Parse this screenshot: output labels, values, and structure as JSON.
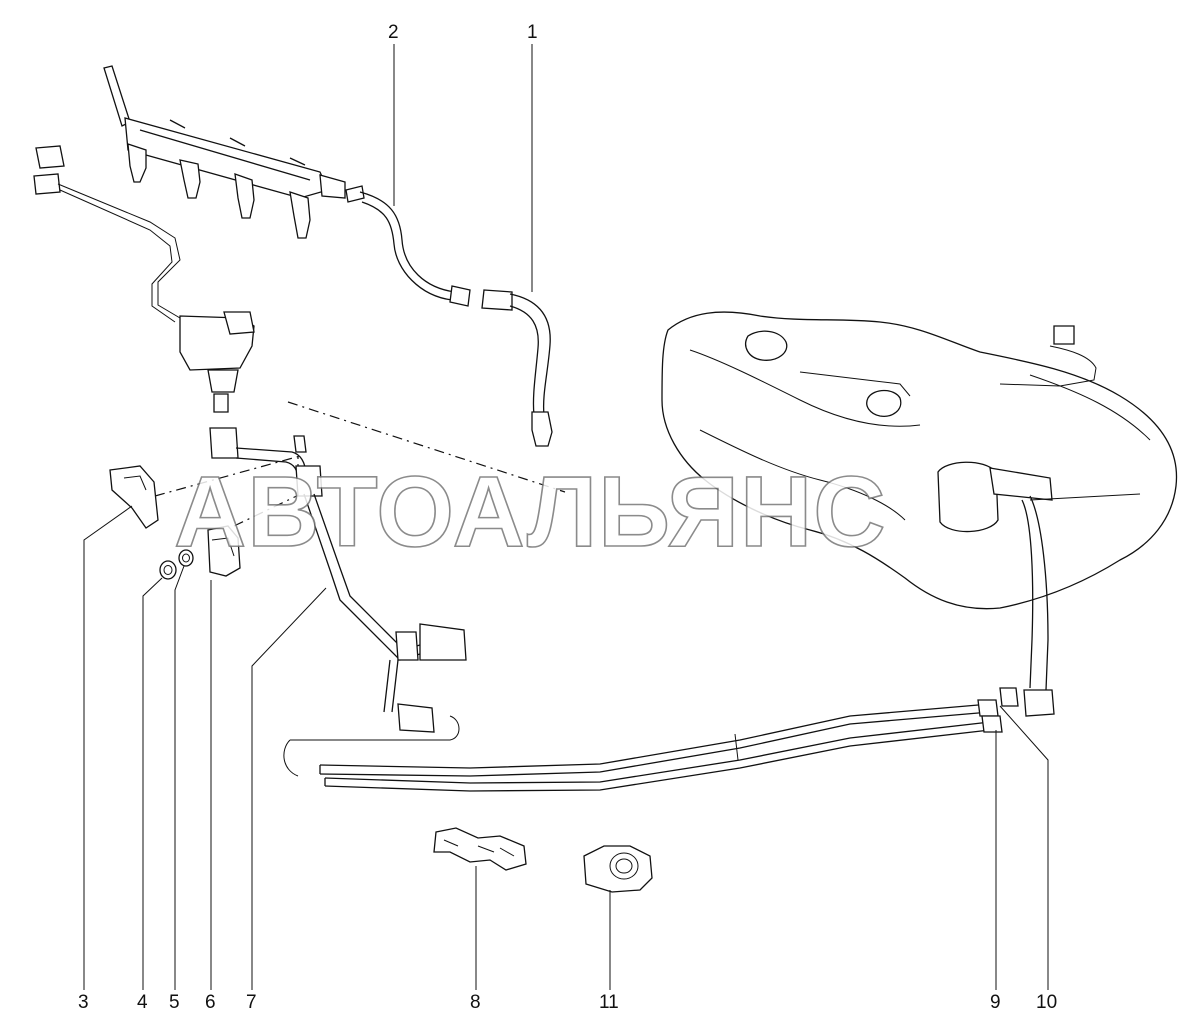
{
  "watermark": "АВТОАЛЬЯНС",
  "callouts": {
    "c1": "1",
    "c2": "2",
    "c3": "3",
    "c4": "4",
    "c5": "5",
    "c6": "6",
    "c7": "7",
    "c8": "8",
    "c9": "9",
    "c10": "10",
    "c11": "11"
  }
}
